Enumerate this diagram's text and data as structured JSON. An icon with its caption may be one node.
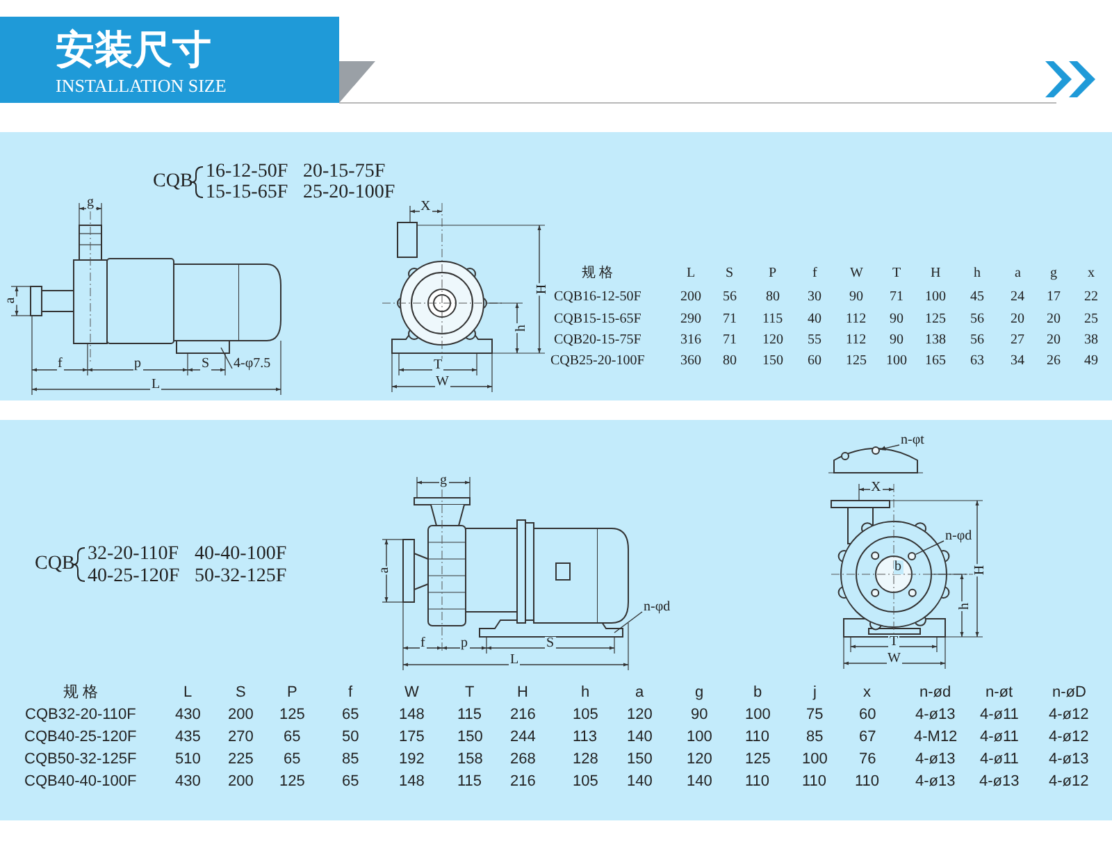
{
  "diagram": {
    "title": "安装尺寸",
    "nodes": [
      {
        "text": [
          "4-φ7.5"
        ]
      },
      {
        "text": [
          "n-φd"
        ]
      },
      {
        "text": [
          "n-φt"
        ]
      },
      {
        "text": [
          "n-φd"
        ]
      },
      {
        "text": [],
        "shape": "circle"
      },
      {
        "text": [],
        "shape": "circle"
      }
    ],
    "edges": [
      {
        "from": 0,
        "to": null,
        "arrow": "none"
      },
      {
        "from": 1,
        "to": null,
        "arrow": "none"
      },
      {
        "from": 2,
        "to": 4,
        "arrow": "to"
      },
      {
        "from": 3,
        "to": 5,
        "arrow": "none"
      }
    ],
    "labels": [
      "INSTALLATION SIZE",
      "CQB",
      "16-12-50F",
      "20-15-75F",
      "15-15-65F",
      "25-20-100F",
      "g",
      "a",
      "f",
      "p",
      "S",
      "L",
      "X",
      "H",
      "h",
      "T",
      "W",
      "规 格",
      "L",
      "S",
      "P",
      "f",
      "W",
      "T",
      "H",
      "h",
      "a",
      "g",
      "x",
      "CQB16-12-50F",
      "200",
      "56",
      "80",
      "30",
      "90",
      "71",
      "100",
      "45",
      "24",
      "17",
      "22",
      "CQB15-15-65F",
      "290",
      "71",
      "115",
      "40",
      "112",
      "90",
      "125",
      "56",
      "20",
      "20",
      "25",
      "CQB20-15-75F",
      "316",
      "71",
      "120",
      "55",
      "112",
      "90",
      "138",
      "56",
      "27",
      "20",
      "38",
      "CQB25-20-100F",
      "360",
      "80",
      "150",
      "60",
      "125",
      "100",
      "165",
      "63",
      "34",
      "26",
      "49",
      "CQB",
      "32-20-110F",
      "40-40-100F",
      "40-25-120F",
      "50-32-125F",
      "g",
      "a",
      "f",
      "p",
      "S",
      "L",
      "X",
      "H",
      "h",
      "T",
      "W",
      "b",
      "规 格",
      "L",
      "S",
      "P",
      "f",
      "W",
      "T",
      "H",
      "h",
      "a",
      "g",
      "b",
      "j",
      "x",
      "n-ød",
      "n-øt",
      "n-øD",
      "CQB32-20-110F",
      "430",
      "200",
      "125",
      "65",
      "148",
      "115",
      "216",
      "105",
      "120",
      "90",
      "100",
      "75",
      "60",
      "4-ø13",
      "4-ø11",
      "4-ø12",
      "CQB40-25-120F",
      "435",
      "270",
      "65",
      "50",
      "175",
      "150",
      "244",
      "113",
      "140",
      "100",
      "110",
      "85",
      "67",
      "4-M12",
      "4-ø11",
      "4-ø12",
      "CQB50-32-125F",
      "510",
      "225",
      "65",
      "85",
      "192",
      "158",
      "268",
      "128",
      "150",
      "120",
      "125",
      "100",
      "76",
      "4-ø13",
      "4-ø11",
      "4-ø13",
      "CQB40-40-100F",
      "430",
      "200",
      "125",
      "65",
      "148",
      "115",
      "216",
      "105",
      "140",
      "140",
      "110",
      "110",
      "110",
      "4-ø13",
      "4-ø13",
      "4-ø12"
    ]
  }
}
